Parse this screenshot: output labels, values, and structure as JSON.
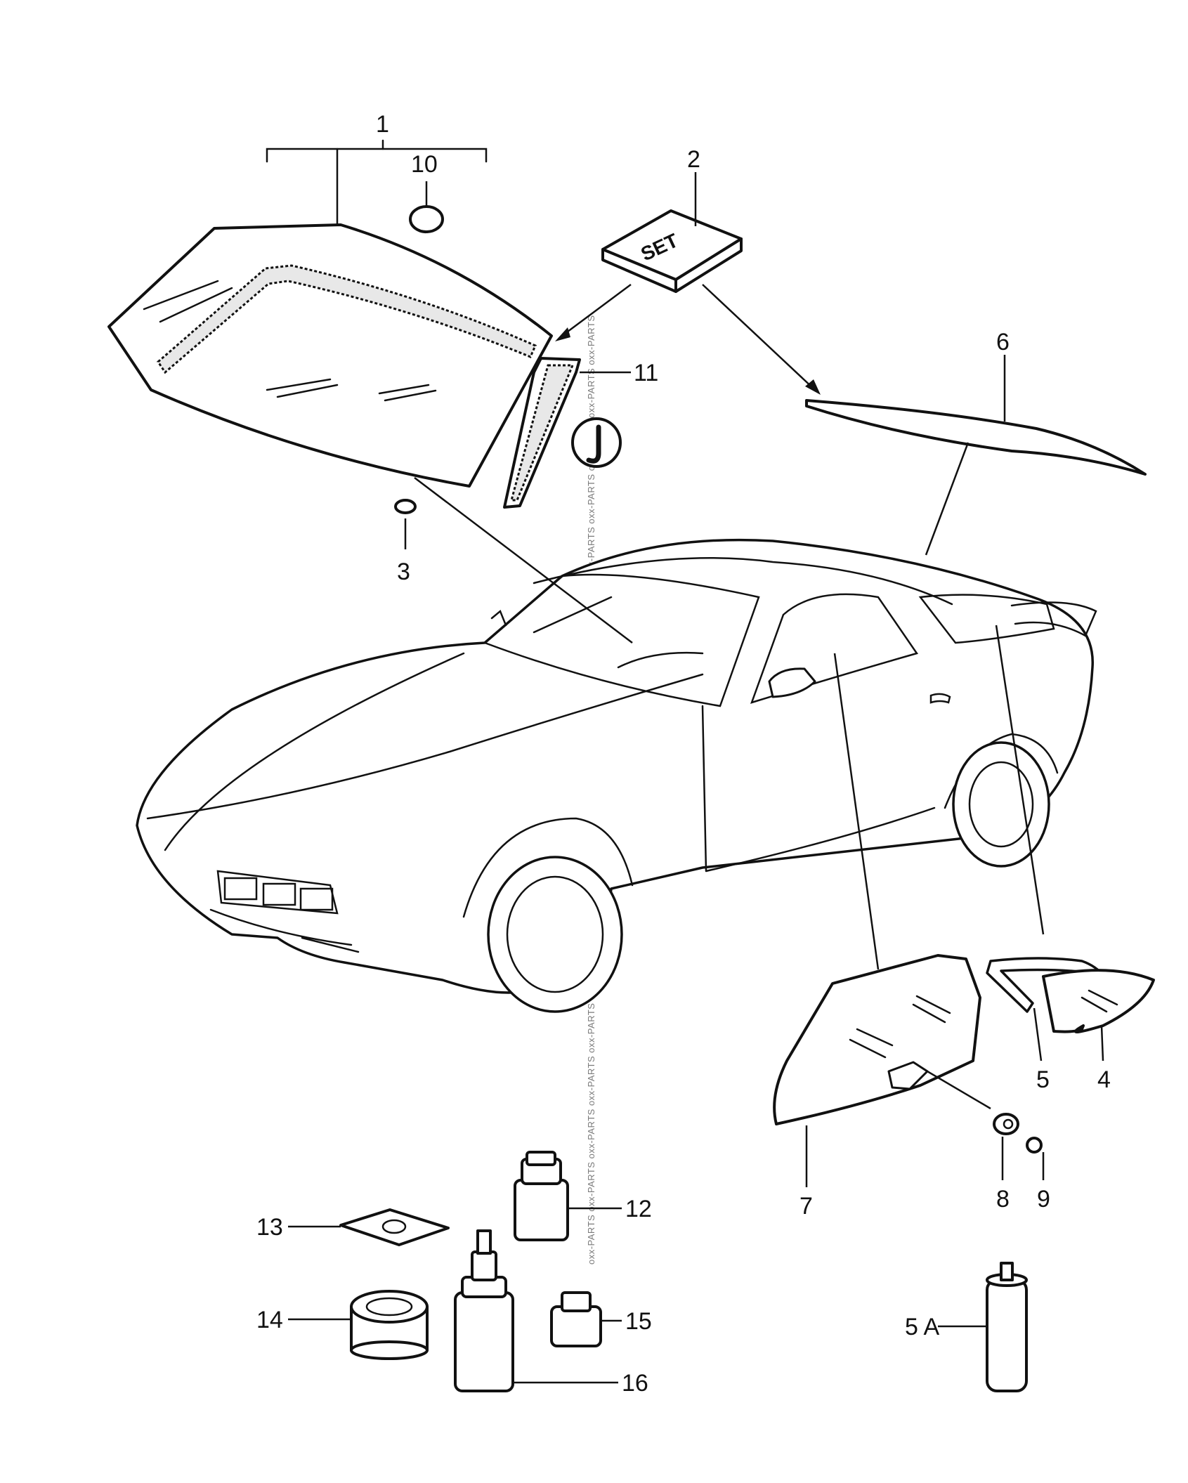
{
  "callouts": {
    "c1": "1",
    "c2": "2",
    "c3": "3",
    "c4": "4",
    "c5": "5",
    "c5a": "5 A",
    "c6": "6",
    "c7": "7",
    "c8": "8",
    "c9": "9",
    "c10": "10",
    "c11": "11",
    "c12": "12",
    "c13": "13",
    "c14": "14",
    "c15": "15",
    "c16": "16"
  },
  "set_box_label": "SET",
  "watermark": "oxx-PARTS oxx-PARTS oxx-PARTS oxx-PARTS oxx-PARTS oxx-PARTS oxx-PARTS oxx-PARTS oxx-PARTS oxx-PARTS oxx-PARTS oxx-PARTS oxx-PARTS oxx-PARTS oxx-PARTS oxx-PARTS oxx-PARTS oxx-PARTS"
}
